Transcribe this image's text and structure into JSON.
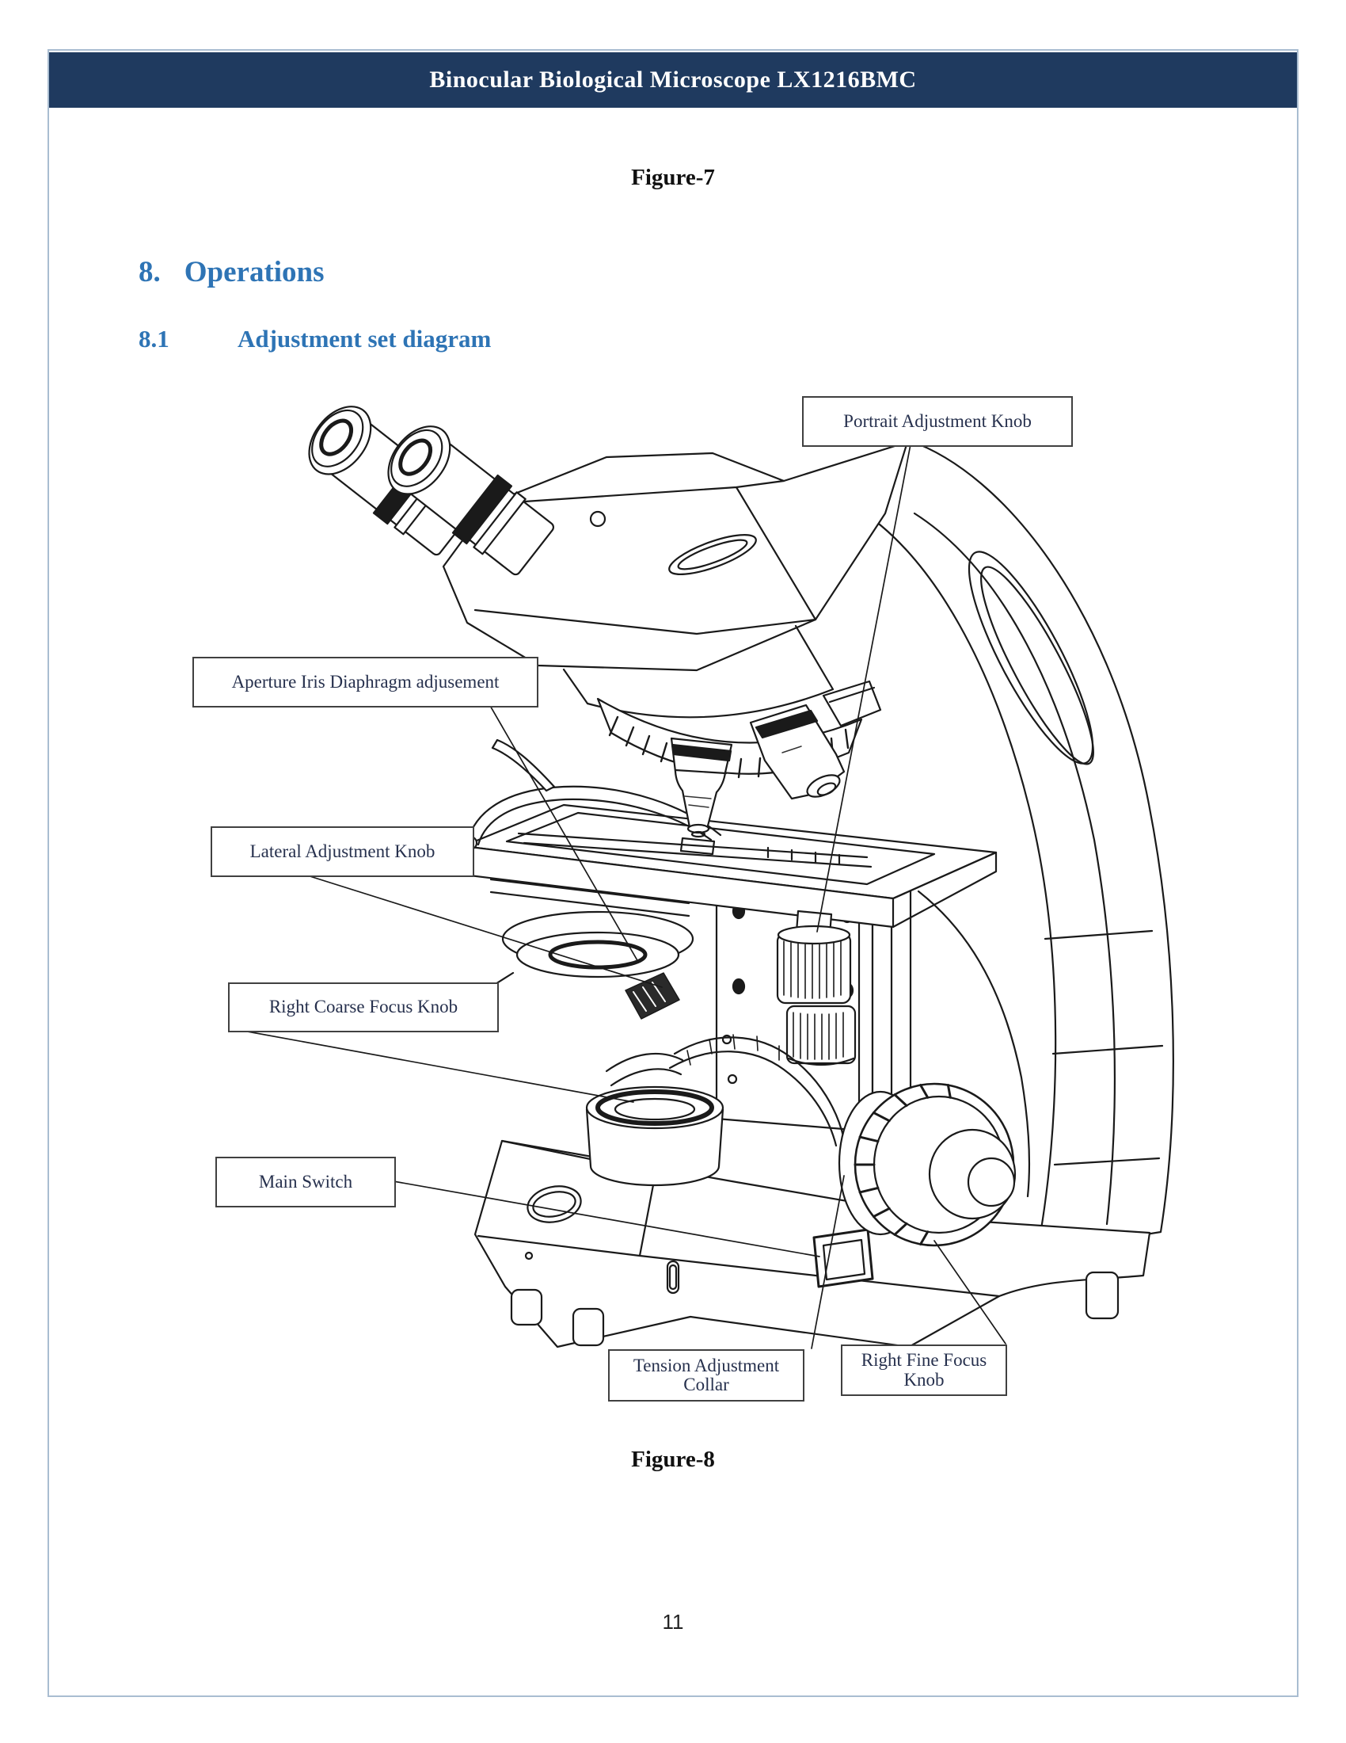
{
  "page": {
    "header_title": "Binocular Biological Microscope LX1216BMC",
    "figure_top_caption": "Figure-7",
    "section_number": "8.",
    "section_title": "Operations",
    "subsection_number": "8.1",
    "subsection_title": "Adjustment set diagram",
    "figure_bottom_caption": "Figure-8",
    "page_number": "11"
  },
  "diagram": {
    "labels": [
      {
        "id": "portrait",
        "text": "Portrait Adjustment Knob"
      },
      {
        "id": "aperture",
        "text": "Aperture Iris Diaphragm adjusement"
      },
      {
        "id": "lateral",
        "text": "Lateral Adjustment Knob"
      },
      {
        "id": "coarse",
        "text": "Right Coarse Focus Knob"
      },
      {
        "id": "main_switch",
        "text": "Main Switch"
      },
      {
        "id": "tension",
        "text": "Tension Adjustment Collar"
      },
      {
        "id": "fine",
        "text": "Right Fine Focus Knob"
      }
    ]
  },
  "colors": {
    "header_bg": "#1f3a5f",
    "heading_blue": "#2e74b5",
    "label_text": "#26304d",
    "line": "#1a1a1a",
    "page_border": "#a9bdd1"
  }
}
